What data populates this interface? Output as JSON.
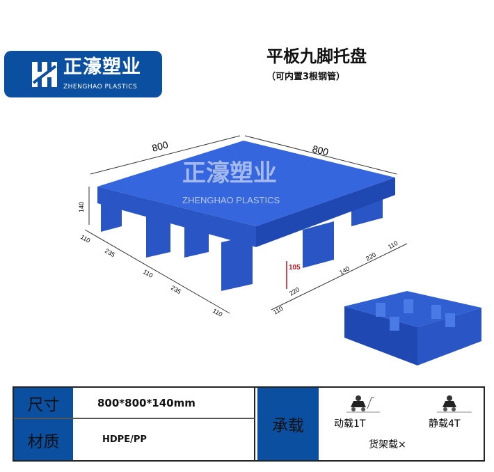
{
  "logo": {
    "cn": "正濠塑业",
    "en": "ZHENGHAO PLASTICS"
  },
  "title": "平板九脚托盘",
  "subtitle": "（可内置3根钢管）",
  "dimensions": {
    "length": "800",
    "width": "800",
    "height": "140",
    "leg_height": "105",
    "left_side": [
      "110",
      "235",
      "110",
      "235",
      "110"
    ],
    "right_side": [
      "110",
      "220",
      "140",
      "220",
      "110"
    ]
  },
  "watermark": {
    "cn": "正濠塑业",
    "en": "ZHENGHAO PLASTICS"
  },
  "specs": {
    "size_label": "尺寸",
    "size_value": "800*800*140mm",
    "material_label": "材质",
    "material_value": "HDPE/PP",
    "load_label": "承载",
    "dynamic_load": "动载1T",
    "static_load": "静载4T",
    "rack_load": "货架载×"
  },
  "colors": {
    "brand": "#0b4fa0",
    "pallet": "#2f5fd0",
    "dimension_red": "#c0101a"
  }
}
